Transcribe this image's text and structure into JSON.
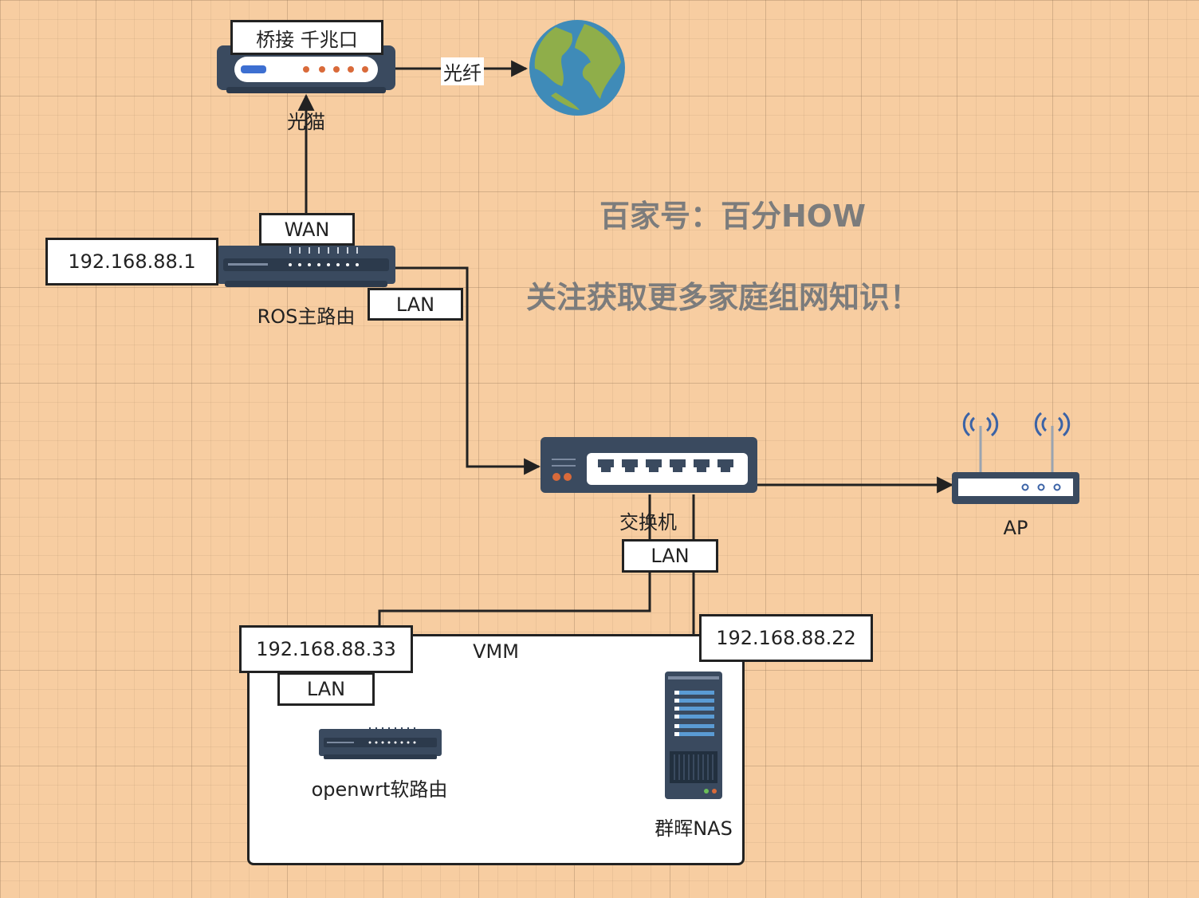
{
  "labels": {
    "bridge_box": "桥接 千兆口",
    "fiber": "光纤",
    "modem": "光猫",
    "wan": "WAN",
    "router_ip": "192.168.88.1",
    "router_lan": "LAN",
    "router": "ROS主路由",
    "switch": "交换机",
    "switch_lan": "LAN",
    "ap": "AP",
    "vmm": "VMM",
    "openwrt_ip": "192.168.88.33",
    "openwrt_lan": "LAN",
    "openwrt": "openwrt软路由",
    "nas_ip": "192.168.88.22",
    "nas": "群晖NAS"
  },
  "notes": {
    "line1": "百家号：百分HOW",
    "line2": "关注获取更多家庭组网知识！"
  },
  "colors": {
    "background": "#f7cda1",
    "device_dark": "#3a4a5f",
    "earth_ocean": "#3f8bb8",
    "earth_land": "#8fae4a",
    "wifi_blue": "#3b63a6",
    "led_orange": "#d96a3a",
    "note_gray": "#7c7c7c"
  }
}
